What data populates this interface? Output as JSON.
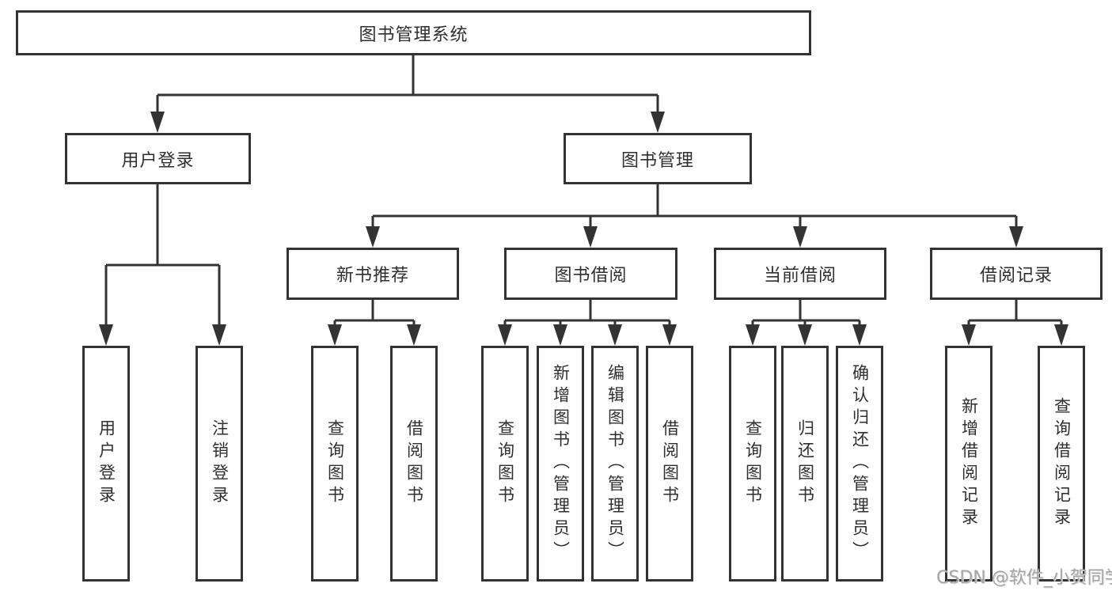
{
  "colors": {
    "line": "#333333",
    "text": "#2f2f2f",
    "background": "#ffffff",
    "watermark": "#a6a6a6"
  },
  "tree": {
    "root": {
      "label": "图书管理系统"
    },
    "user_login": {
      "label": "用户登录",
      "children": [
        {
          "label": "用户登录"
        },
        {
          "label": "注销登录"
        }
      ]
    },
    "book_management": {
      "label": "图书管理",
      "groups": [
        {
          "label": "新书推荐",
          "children": [
            {
              "label": "查询图书"
            },
            {
              "label": "借阅图书"
            }
          ]
        },
        {
          "label": "图书借阅",
          "children": [
            {
              "label": "查询图书"
            },
            {
              "label": "新增图书（管理员）"
            },
            {
              "label": "编辑图书（管理员）"
            },
            {
              "label": "借阅图书"
            }
          ]
        },
        {
          "label": "当前借阅",
          "children": [
            {
              "label": "查询图书"
            },
            {
              "label": "归还图书"
            },
            {
              "label": "确认归还（管理员）"
            }
          ]
        },
        {
          "label": "借阅记录",
          "children": [
            {
              "label": "新增借阅记录"
            },
            {
              "label": "查询借阅记录"
            }
          ]
        }
      ]
    }
  },
  "watermark": {
    "text": "CSDN @软件_小贺同学"
  }
}
